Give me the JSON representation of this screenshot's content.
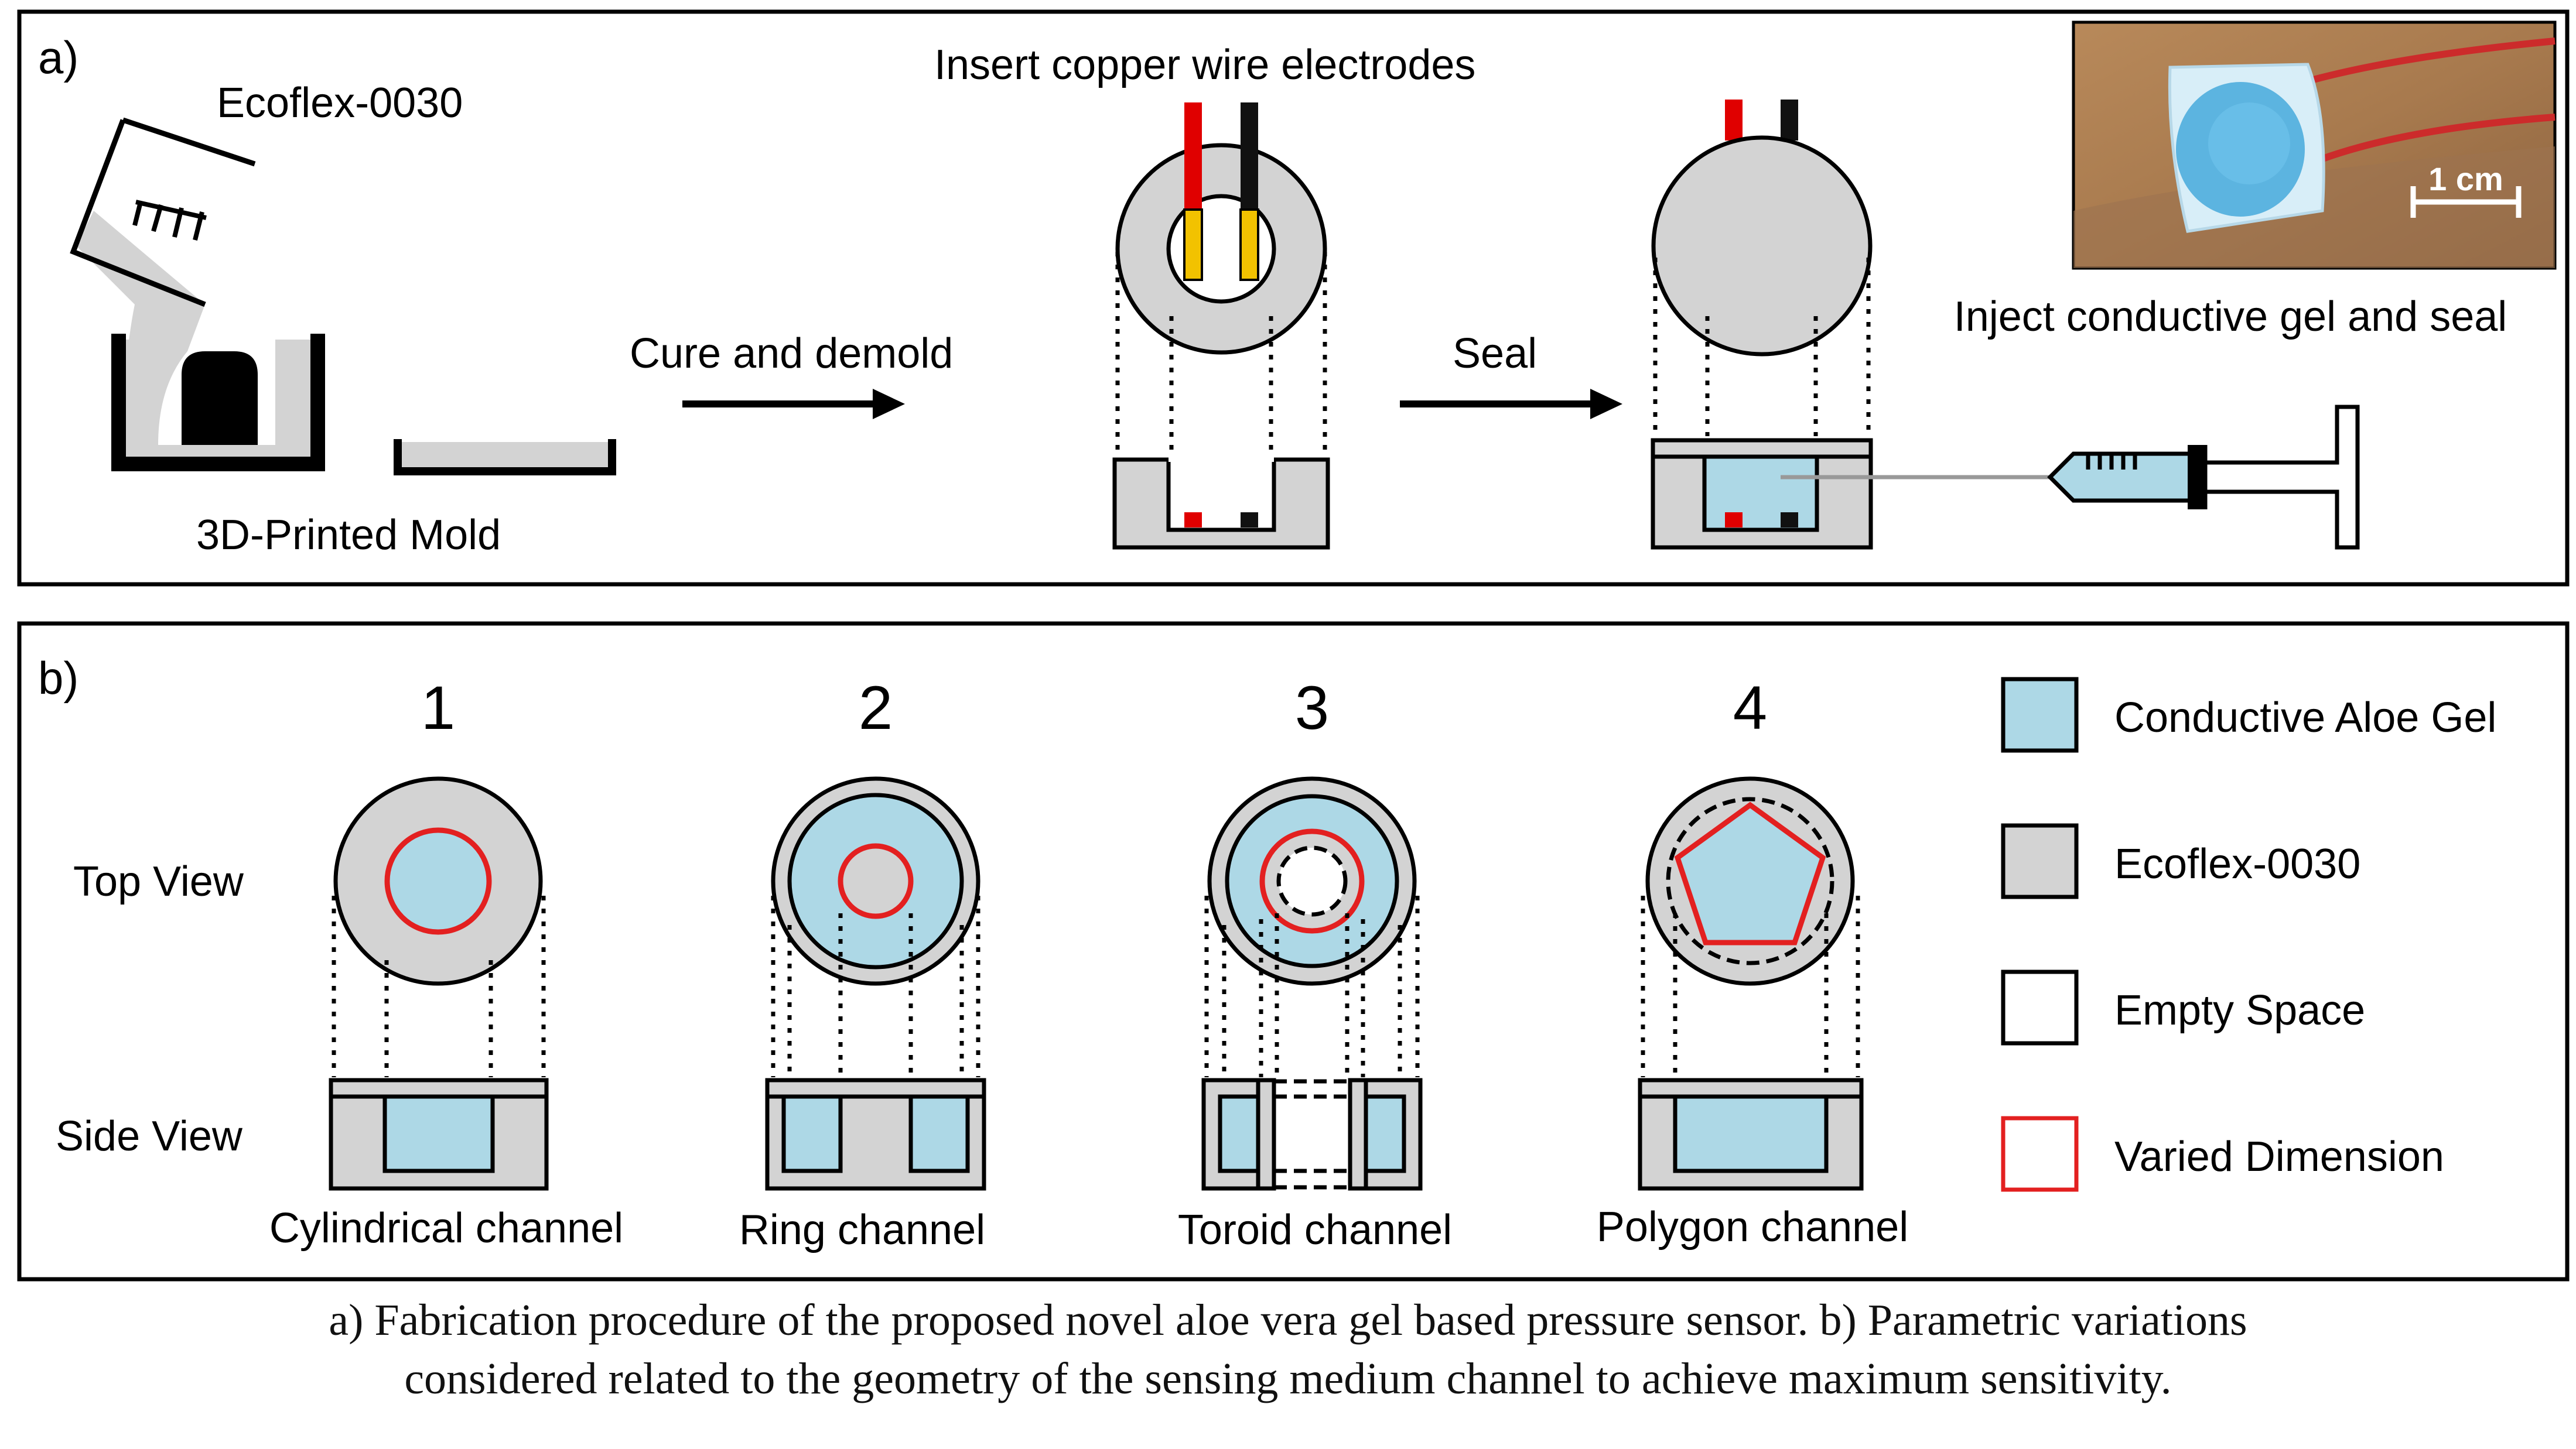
{
  "colors": {
    "gel": "#add8e6",
    "ecoflex": "#d3d3d3",
    "varied": "#e32020",
    "wire_red": "#e00000",
    "wire_black": "#111111",
    "copper": "#f2c200"
  },
  "panel_a": {
    "label": "a)",
    "ecoflex_label": "Ecoflex-0030",
    "mold_label": "3D-Printed Mold",
    "cure_label": "Cure and demold",
    "insert_label": "Insert copper wire electrodes",
    "seal_label": "Seal",
    "inject_label": "Inject conductive gel and seal",
    "scale_label": "1 cm"
  },
  "panel_b": {
    "label": "b)",
    "top_view_label": "Top View",
    "side_view_label": "Side View",
    "columns": [
      {
        "number": "1",
        "name": "Cylindrical channel"
      },
      {
        "number": "2",
        "name": "Ring channel"
      },
      {
        "number": "3",
        "name": "Toroid channel"
      },
      {
        "number": "4",
        "name": "Polygon channel"
      }
    ],
    "legend": [
      {
        "label": "Conductive Aloe Gel",
        "icon": "gel-swatch"
      },
      {
        "label": "Ecoflex-0030",
        "icon": "ecoflex-swatch"
      },
      {
        "label": "Empty Space",
        "icon": "empty-swatch"
      },
      {
        "label": "Varied Dimension",
        "icon": "varied-swatch"
      }
    ]
  },
  "caption": {
    "line1": "a) Fabrication procedure of the proposed novel aloe vera gel based pressure sensor. b) Parametric variations",
    "line2": "considered related to the geometry of the sensing medium channel to achieve maximum sensitivity."
  }
}
